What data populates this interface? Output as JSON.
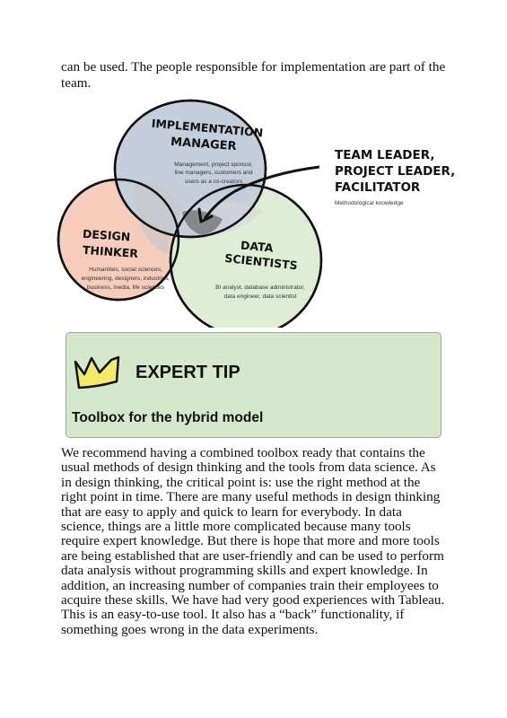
{
  "intro_text": "can be used. The people responsible for implementation are part of the team.",
  "venn": {
    "implementation": {
      "title_line1": "IMPLEMENTATION",
      "title_line2": "MANAGER",
      "desc_line1": "Management, project sponsor,",
      "desc_line2": "line managers, customers and",
      "desc_line3": "users as a co-creators",
      "color": "#c5cedb"
    },
    "design": {
      "title_line1": "DESIGN",
      "title_line2": "THINKER",
      "desc_line1": "Humanities, social sciences,",
      "desc_line2": "engineering, designers, industries,",
      "desc_line3": "business, media, life sciences",
      "color": "#f6cdbd"
    },
    "data": {
      "title_line1": "DATA",
      "title_line2": "SCIENTISTS",
      "desc_line1": "BI analyst, database administrator,",
      "desc_line2": "data engineer, data scientist",
      "color": "#deeed6"
    },
    "leader": {
      "title_line1": "TEAM LEADER,",
      "title_line2": "PROJECT LEADER,",
      "title_line3": "FACILITATOR",
      "desc": "Methodological knowledge"
    }
  },
  "tip": {
    "title": "EXPERT TIP",
    "subtitle": "Toolbox for the hybrid model",
    "box_color": "#d5e8cc",
    "crown_color": "#f2ea6a"
  },
  "body_text": "We recommend having a combined toolbox ready that contains the usual methods of design thinking and the tools from data science. As in design thinking, the critical point is: use the right method at the right point in time. There are many useful methods in design thinking that are easy to apply and quick to learn for everybody. In data science, things are a little more complicated because many tools require expert knowledge. But there is hope that more and more tools are being established that are user-friendly and can be used to perform data analysis without programming skills and expert knowledge. In addition, an increasing number of companies train their employees to acquire these skills. We have had very good experiences with Tableau. This is an easy-to-use tool. It also has a “back” functionality, if something goes wrong in the data experiments."
}
